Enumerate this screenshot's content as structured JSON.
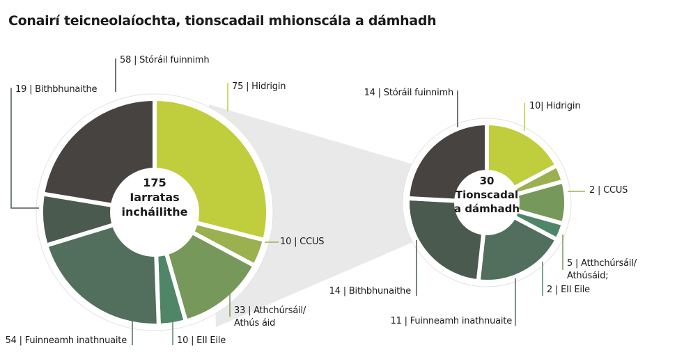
{
  "title": "Conairí teicneolaíochta, tionscadail mhionscála a dámhadh",
  "chart_data": [
    {
      "type": "pie",
      "variant": "donut",
      "center_label": [
        "175",
        "Iarratas",
        "incháilithe"
      ],
      "categories": [
        "Hidrigin",
        "CCUS",
        "Athchúrsáil/ Athús áid",
        "EII Eile",
        "Fuinneamh inathnuaite",
        "Bithbhunaithe",
        "Stóráil fuinnimh"
      ],
      "values": [
        75,
        10,
        33,
        10,
        54,
        19,
        58
      ],
      "labels": [
        "75 | Hidrigin",
        "10 | CCUS",
        "33 | Athchúrsáil/",
        "10 | EII Eile",
        "54 | Fuinneamh inathnuaite",
        "19 | Bithbhunaithe",
        "58 | Stóráil fuinnimh"
      ],
      "label_extra": {
        "athchursail_line2": "Athús áid"
      },
      "colors": [
        "#c0cd3c",
        "#9bb04f",
        "#76995b",
        "#4f8667",
        "#516f5c",
        "#4a5a4f",
        "#474340"
      ]
    },
    {
      "type": "pie",
      "variant": "donut",
      "center_label": [
        "30",
        "Tionscadal",
        "a dámhadh"
      ],
      "categories": [
        "Hidrigin",
        "CCUS",
        "Atthchúrsáil/ Athúsáid;",
        "EII Eile",
        "Fuinneamh inathnuaite",
        "Bithbhunaithe",
        "Stóráil fuinnimh"
      ],
      "values": [
        10,
        2,
        5,
        2,
        11,
        14,
        14
      ],
      "labels": [
        "10| Hidrigin",
        "2 | CCUS",
        "5 | Atthchúrsáil/",
        "2 | EII Eile",
        "11 | Fuinneamh inathnuaite",
        "14 | Bithbhunaithe",
        "14 | Stóráil fuinnimh"
      ],
      "label_extra": {
        "athchursail_line2": "Athúsáid;"
      },
      "colors": [
        "#c0cd3c",
        "#9bb04f",
        "#76995b",
        "#4f8667",
        "#516f5c",
        "#4a5a4f",
        "#474340"
      ]
    }
  ]
}
